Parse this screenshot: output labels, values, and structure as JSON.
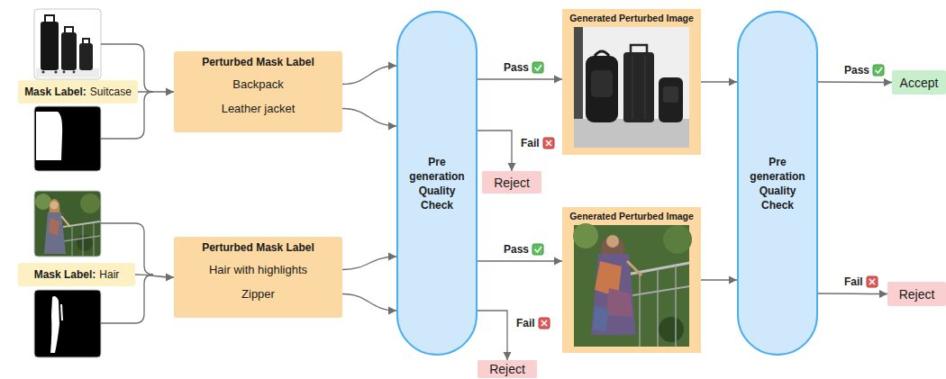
{
  "diagram": {
    "nodes": [
      {
        "text": [
          "Mask Label:",
          "Suitcase"
        ]
      },
      {
        "text": [
          "Perturbed Mask Label",
          "Backpack",
          "Leather jacket"
        ]
      },
      {
        "text": [
          "Mask Label:",
          "Hair"
        ]
      },
      {
        "text": [
          "Perturbed Mask Label",
          "Hair with highlights",
          "Zipper"
        ]
      },
      {
        "text": [
          "Pre generation Quality Check"
        ]
      },
      {
        "text": [
          "Reject"
        ]
      },
      {
        "text": [
          "Reject"
        ]
      },
      {
        "text": [
          "Generated Perturbed Image"
        ]
      },
      {
        "text": [
          "Generated Perturbed Image"
        ]
      },
      {
        "text": [
          "Pre generation Quality Check"
        ]
      },
      {
        "text": [
          "Accept"
        ]
      },
      {
        "text": [
          "Reject"
        ]
      }
    ],
    "edges": [
      {
        "from": 0,
        "to": 1,
        "arrow": "to"
      },
      {
        "from": 2,
        "to": 3,
        "arrow": "to"
      },
      {
        "from": 1,
        "to": 4,
        "arrow": "to"
      },
      {
        "from": 1,
        "to": 4,
        "arrow": "to"
      },
      {
        "from": 3,
        "to": 4,
        "arrow": "to"
      },
      {
        "from": 3,
        "to": 4,
        "arrow": "to"
      },
      {
        "from": 4,
        "to": 7,
        "label": "Pass",
        "arrow": "to"
      },
      {
        "from": 4,
        "to": 5,
        "label": "Fail",
        "arrow": "to"
      },
      {
        "from": 4,
        "to": 8,
        "label": "Pass",
        "arrow": "to"
      },
      {
        "from": 4,
        "to": 6,
        "label": "Fail",
        "arrow": "to"
      },
      {
        "from": 7,
        "to": 9,
        "arrow": "to"
      },
      {
        "from": 8,
        "to": 9,
        "arrow": "to"
      },
      {
        "from": 9,
        "to": 10,
        "label": "Pass",
        "arrow": "to"
      },
      {
        "from": 9,
        "to": 11,
        "label": "Fail",
        "arrow": "to"
      }
    ]
  }
}
